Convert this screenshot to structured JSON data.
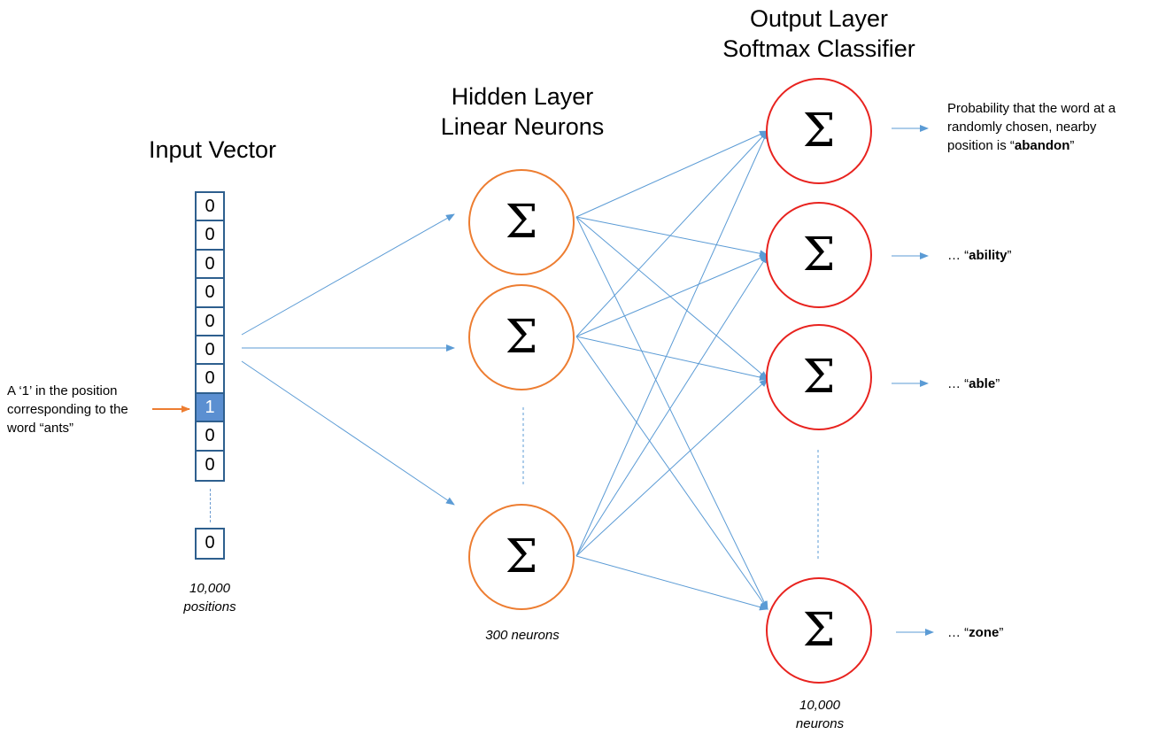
{
  "titles": {
    "input": "Input Vector",
    "hidden_line1": "Hidden Layer",
    "hidden_line2": "Linear Neurons",
    "output_line1": "Output Layer",
    "output_line2": "Softmax Classifier"
  },
  "input_vector": {
    "cells": [
      "0",
      "0",
      "0",
      "0",
      "0",
      "0",
      "0",
      "1",
      "0",
      "0"
    ],
    "last_cell": "0",
    "hot_index": 7,
    "caption_line1": "10,000",
    "caption_line2": "positions"
  },
  "input_note": {
    "line1": "A ‘1’ in the position",
    "line2": "corresponding to the",
    "line3": "word “ants”"
  },
  "hidden_layer": {
    "symbol": "Σ",
    "caption": "300 neurons"
  },
  "output_layer": {
    "symbol": "Σ",
    "caption_line1": "10,000",
    "caption_line2": "neurons",
    "outputs": [
      {
        "line1": "Probability that the word at a",
        "line2": "randomly chosen, nearby",
        "line3_pre": "position is “",
        "word": "abandon",
        "post": "”"
      },
      {
        "pre": "… “",
        "word": "ability",
        "post": "”"
      },
      {
        "pre": "… “",
        "word": "able",
        "post": "”"
      },
      {
        "pre": "… “",
        "word": "zone",
        "post": "”"
      }
    ]
  },
  "colors": {
    "wire": "#5b9bd5",
    "hidden_border": "#ed7d31",
    "output_border": "#e8231f",
    "input_arrow": "#ed7d31",
    "hot_cell": "#5b8fd1"
  }
}
